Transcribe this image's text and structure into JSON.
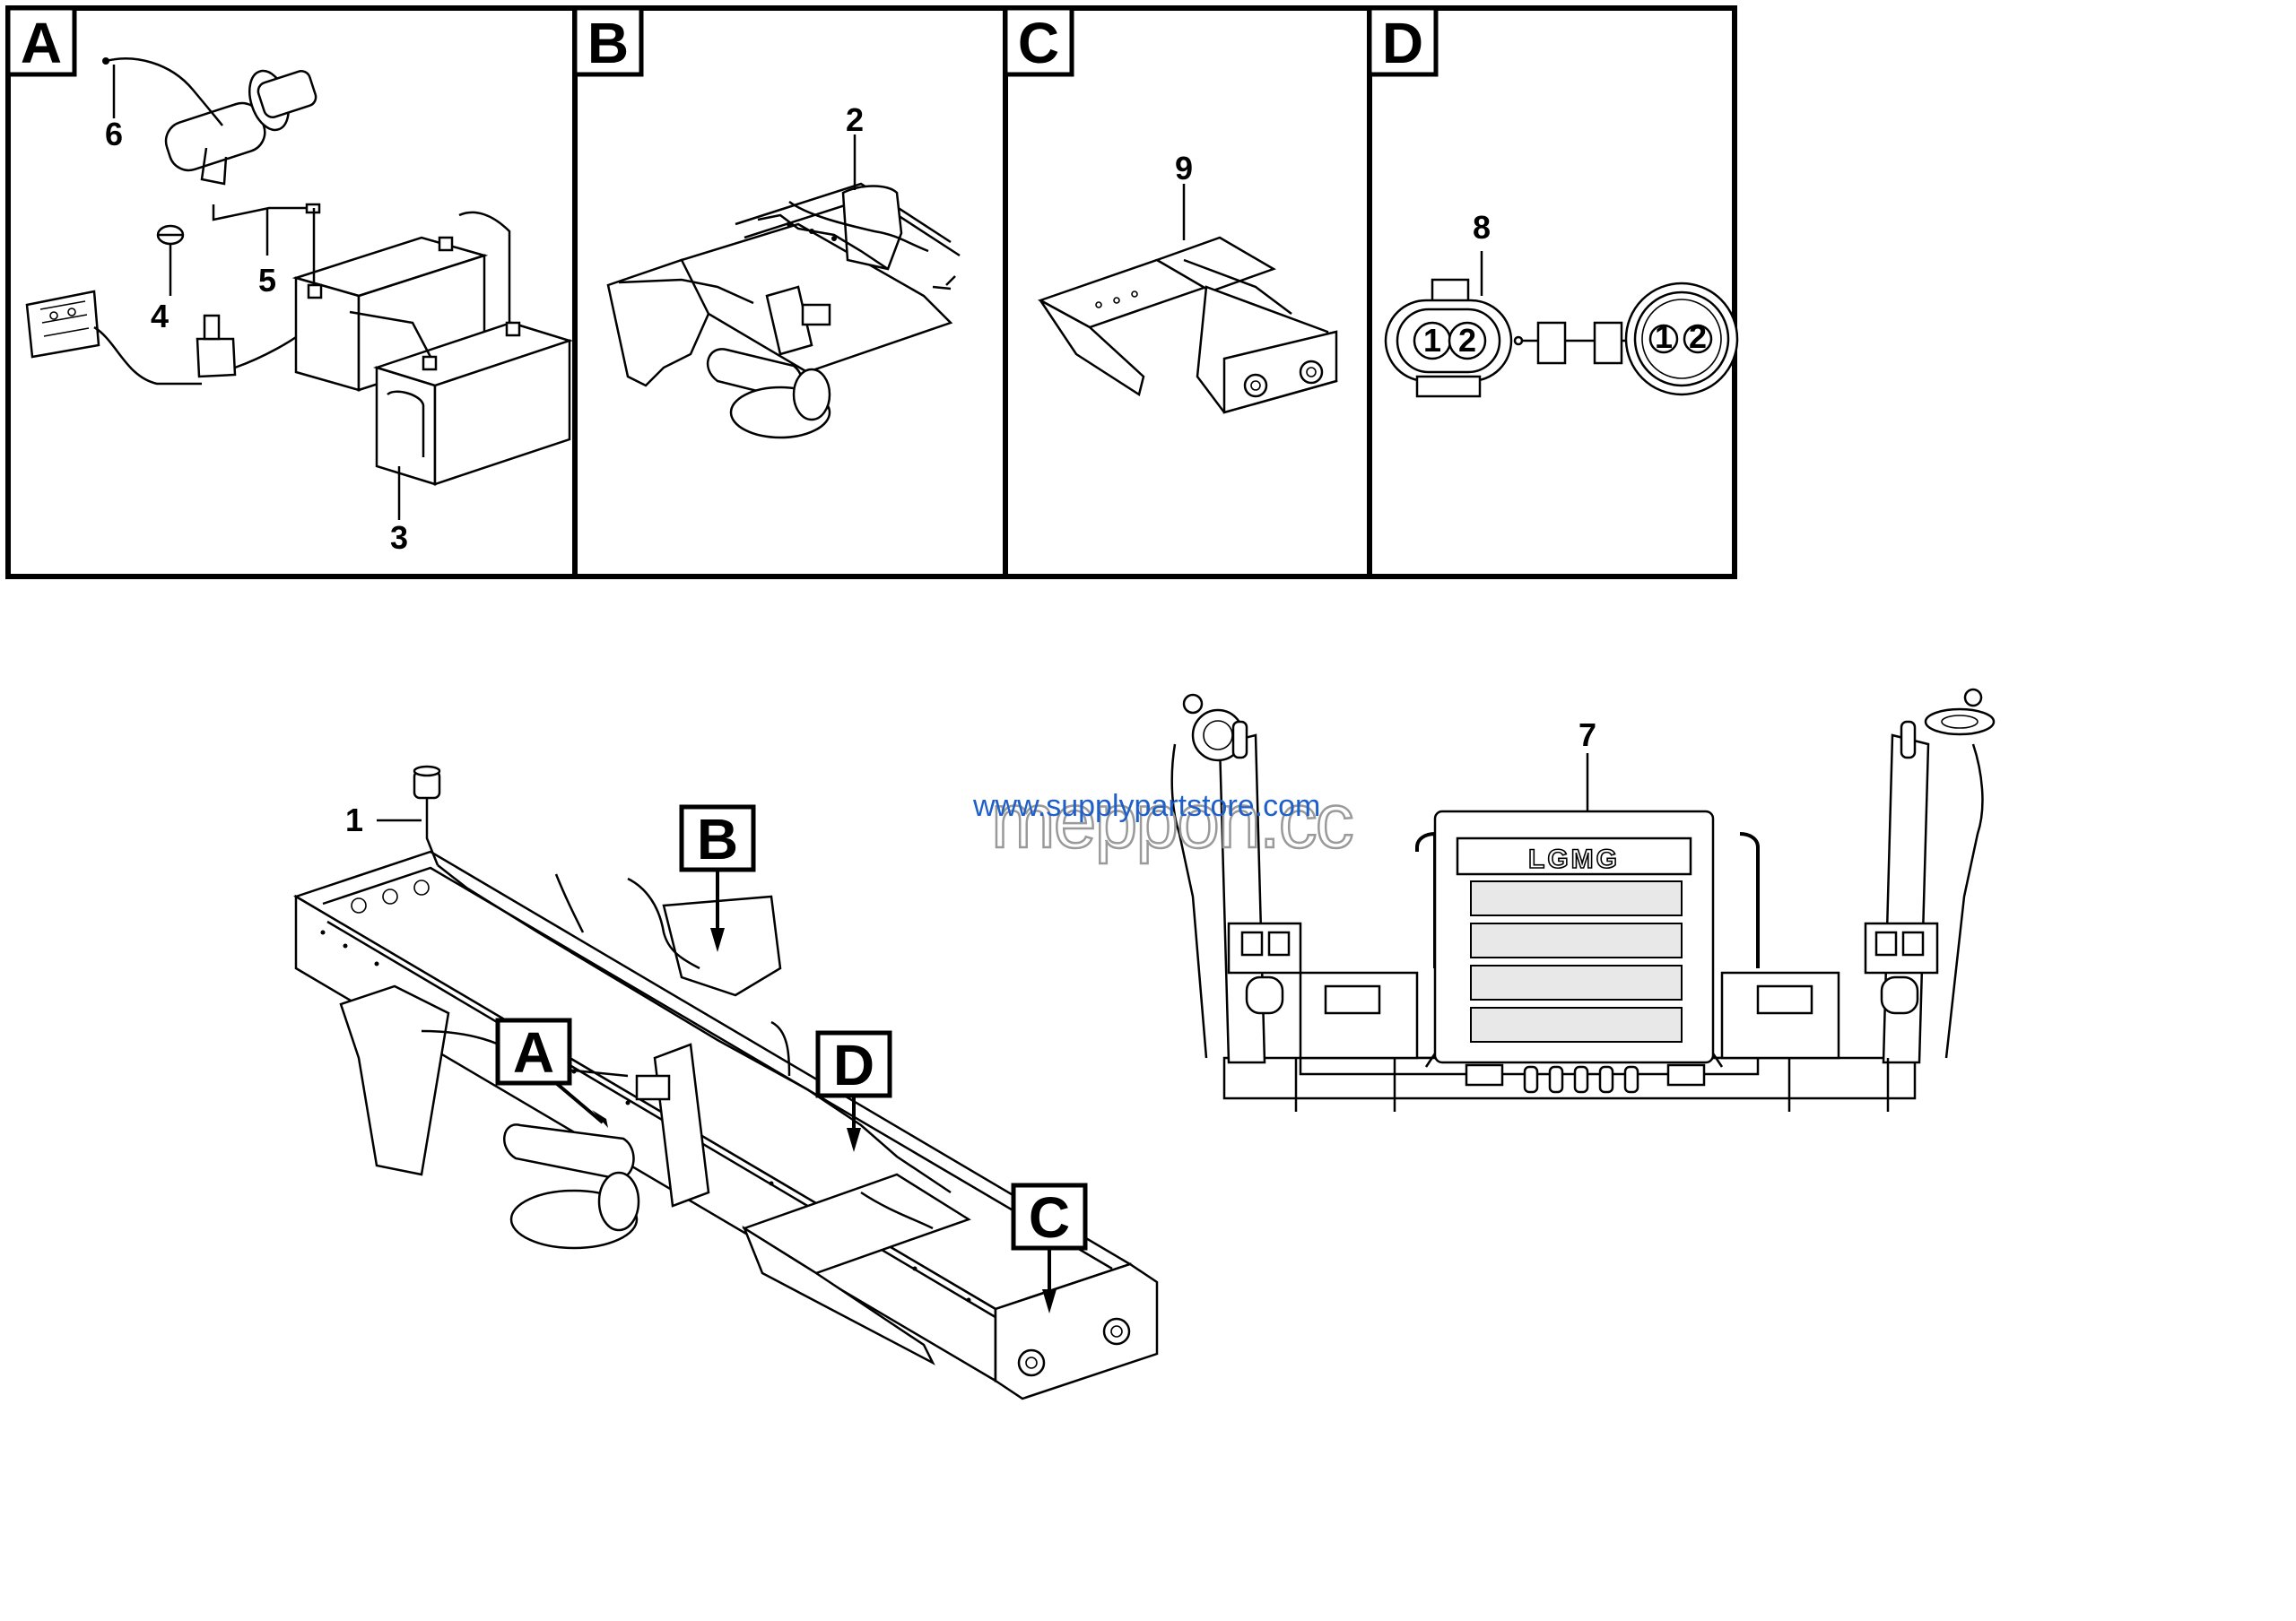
{
  "panels": [
    {
      "letter": "A"
    },
    {
      "letter": "B"
    },
    {
      "letter": "C"
    },
    {
      "letter": "D"
    }
  ],
  "callouts": {
    "c1": "1",
    "c2": "2",
    "c3": "3",
    "c4": "4",
    "c5": "5",
    "c6": "6",
    "c7": "7",
    "c8": "8",
    "c9": "9"
  },
  "overview_markers": {
    "A": "A",
    "B": "B",
    "C": "C",
    "D": "D"
  },
  "connector_pins": [
    "1",
    "2"
  ],
  "brand_text": "LGMG",
  "watermarks": {
    "url": "www.supplypartstore.com",
    "logo": "meppon.cc"
  },
  "colors": {
    "line": "#000000",
    "watermark_url": "#1f5fc9",
    "watermark_logo": "#9a9a9a"
  }
}
